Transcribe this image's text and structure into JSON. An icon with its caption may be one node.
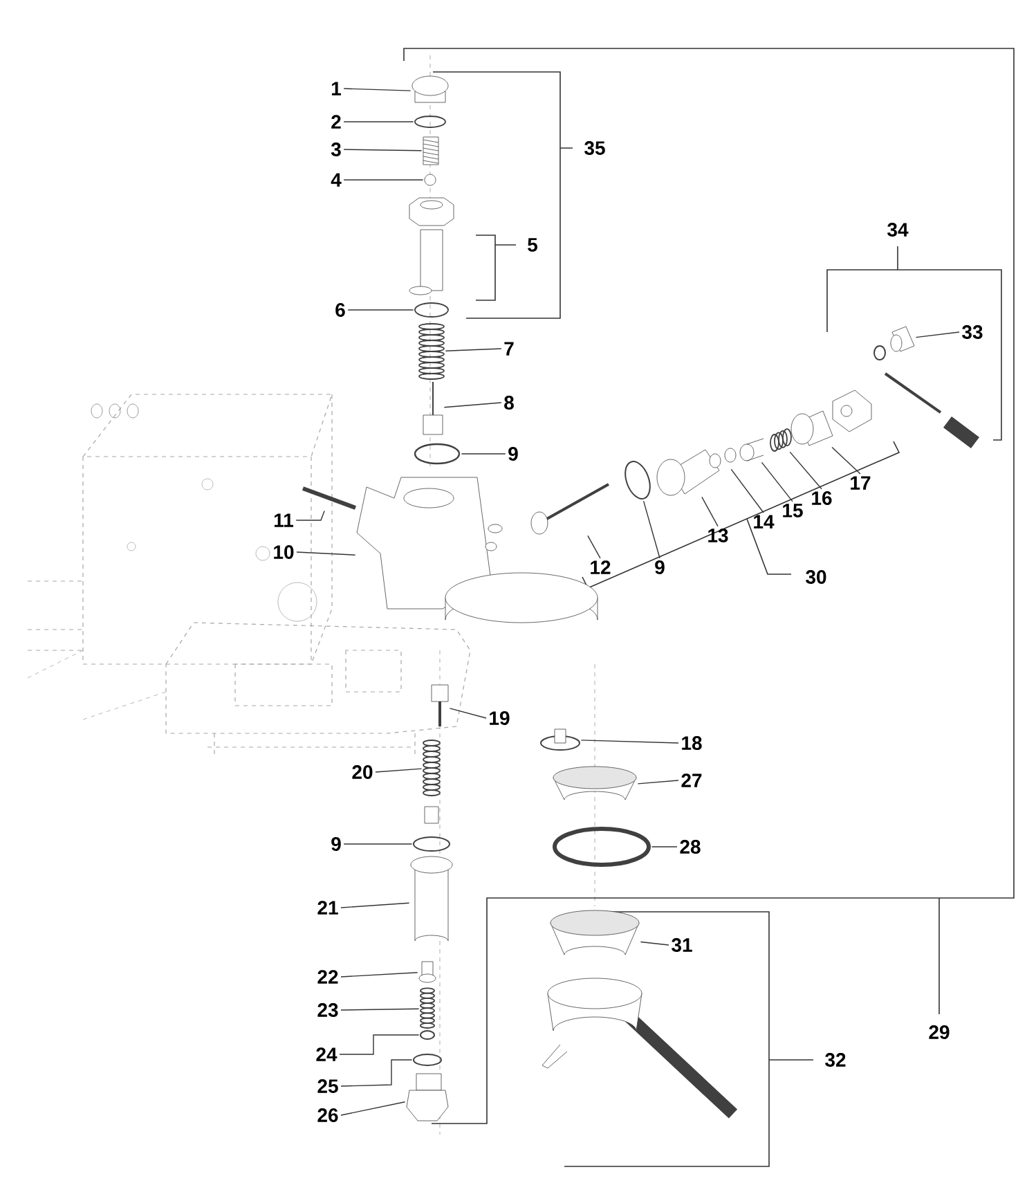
{
  "diagram": {
    "nodes": [
      {
        "text": [
          "1"
        ]
      },
      {
        "text": [
          "2"
        ]
      },
      {
        "text": [
          "3"
        ]
      },
      {
        "text": [
          "4"
        ]
      },
      {
        "text": [
          "6"
        ]
      },
      {
        "text": [
          "7"
        ]
      },
      {
        "text": [
          "8"
        ]
      },
      {
        "text": [
          "9"
        ]
      },
      {
        "text": [
          "11"
        ]
      },
      {
        "text": [
          "10"
        ]
      },
      {
        "text": [
          "9"
        ]
      },
      {
        "text": [
          "12"
        ]
      },
      {
        "text": [
          "13"
        ]
      },
      {
        "text": [
          "14"
        ]
      },
      {
        "text": [
          "15"
        ]
      },
      {
        "text": [
          "16"
        ]
      },
      {
        "text": [
          "17"
        ]
      },
      {
        "text": [
          "33"
        ]
      },
      {
        "text": [
          "19"
        ]
      },
      {
        "text": [
          "18"
        ]
      },
      {
        "text": [
          "20"
        ]
      },
      {
        "text": [
          "27"
        ]
      },
      {
        "text": [
          "9"
        ]
      },
      {
        "text": [
          "28"
        ]
      },
      {
        "text": [
          "21"
        ]
      },
      {
        "text": [
          "31"
        ]
      },
      {
        "text": [
          "22"
        ]
      },
      {
        "text": [
          "23"
        ]
      },
      {
        "text": [
          "24"
        ]
      },
      {
        "text": [
          "25"
        ]
      },
      {
        "text": [
          "26"
        ]
      },
      {
        "text": [],
        "shape": "circle"
      },
      {
        "text": [],
        "shape": "circle"
      },
      {
        "text": [],
        "shape": "picture"
      },
      {
        "text": [],
        "shape": "circle"
      },
      {
        "text": [],
        "shape": "circle"
      },
      {
        "text": [],
        "shape": "picture"
      },
      {
        "text": [],
        "shape": "picture"
      },
      {
        "text": [],
        "shape": "circle"
      },
      {
        "text": [],
        "shape": "picture"
      },
      {
        "text": [],
        "shape": "picture"
      },
      {
        "text": [],
        "shape": "picture"
      },
      {
        "text": [],
        "shape": "picture"
      },
      {
        "text": [],
        "shape": "picture"
      },
      {
        "text": [],
        "shape": "picture"
      },
      {
        "text": [],
        "shape": "picture"
      },
      {
        "text": [],
        "shape": "picture"
      },
      {
        "text": [],
        "shape": "picture"
      },
      {
        "text": [],
        "shape": "picture"
      },
      {
        "text": [],
        "shape": "picture"
      },
      {
        "text": [],
        "shape": "circle"
      },
      {
        "text": [],
        "shape": "picture"
      },
      {
        "text": [],
        "shape": "picture"
      },
      {
        "text": [],
        "shape": "circle"
      },
      {
        "text": [],
        "shape": "circle"
      },
      {
        "text": [],
        "shape": "cylinder"
      },
      {
        "text": [],
        "shape": "picture"
      },
      {
        "text": [],
        "shape": "picture"
      },
      {
        "text": [],
        "shape": "picture"
      },
      {
        "text": [],
        "shape": "circle"
      },
      {
        "text": [],
        "shape": "circle"
      },
      {
        "text": [],
        "shape": "box"
      }
    ],
    "edges": [
      {
        "from": 0,
        "to": 31,
        "arrow": "none"
      },
      {
        "from": 1,
        "to": 32,
        "arrow": "none"
      },
      {
        "from": 2,
        "to": 33,
        "arrow": "none"
      },
      {
        "from": 3,
        "to": 34,
        "arrow": "none"
      },
      {
        "from": 4,
        "to": 35,
        "arrow": "none"
      },
      {
        "from": 5,
        "to": 36,
        "arrow": "none"
      },
      {
        "from": 6,
        "to": 37,
        "arrow": "none"
      },
      {
        "from": 7,
        "to": 38,
        "arrow": "none"
      },
      {
        "from": 8,
        "to": 39,
        "arrow": "none"
      },
      {
        "from": 9,
        "to": 40,
        "arrow": "none"
      },
      {
        "from": 10,
        "to": 41,
        "arrow": "none"
      },
      {
        "from": 11,
        "to": 42,
        "arrow": "none"
      },
      {
        "from": 12,
        "to": 43,
        "arrow": "none"
      },
      {
        "from": 13,
        "to": 44,
        "arrow": "none"
      },
      {
        "from": 14,
        "to": 45,
        "arrow": "none"
      },
      {
        "from": 15,
        "to": 46,
        "arrow": "none"
      },
      {
        "from": 16,
        "to": 47,
        "arrow": "none"
      },
      {
        "from": 17,
        "to": 48,
        "arrow": "none"
      },
      {
        "from": 18,
        "to": 49,
        "arrow": "none"
      },
      {
        "from": 19,
        "to": 50,
        "arrow": "none"
      },
      {
        "from": 20,
        "to": 51,
        "arrow": "none"
      },
      {
        "from": 21,
        "to": 52,
        "arrow": "none"
      },
      {
        "from": 22,
        "to": 53,
        "arrow": "none"
      },
      {
        "from": 23,
        "to": 54,
        "arrow": "none"
      },
      {
        "from": 24,
        "to": 55,
        "arrow": "none"
      },
      {
        "from": 25,
        "to": 56,
        "arrow": "none"
      },
      {
        "from": 26,
        "to": 57,
        "arrow": "none"
      },
      {
        "from": 27,
        "to": 58,
        "arrow": "none"
      },
      {
        "from": 28,
        "to": 59,
        "arrow": "none"
      },
      {
        "from": 29,
        "to": 60,
        "arrow": "none"
      },
      {
        "from": 30,
        "to": 61,
        "arrow": "none"
      }
    ],
    "labels": [
      "35",
      "5",
      "34",
      "30",
      "29",
      "32"
    ]
  }
}
